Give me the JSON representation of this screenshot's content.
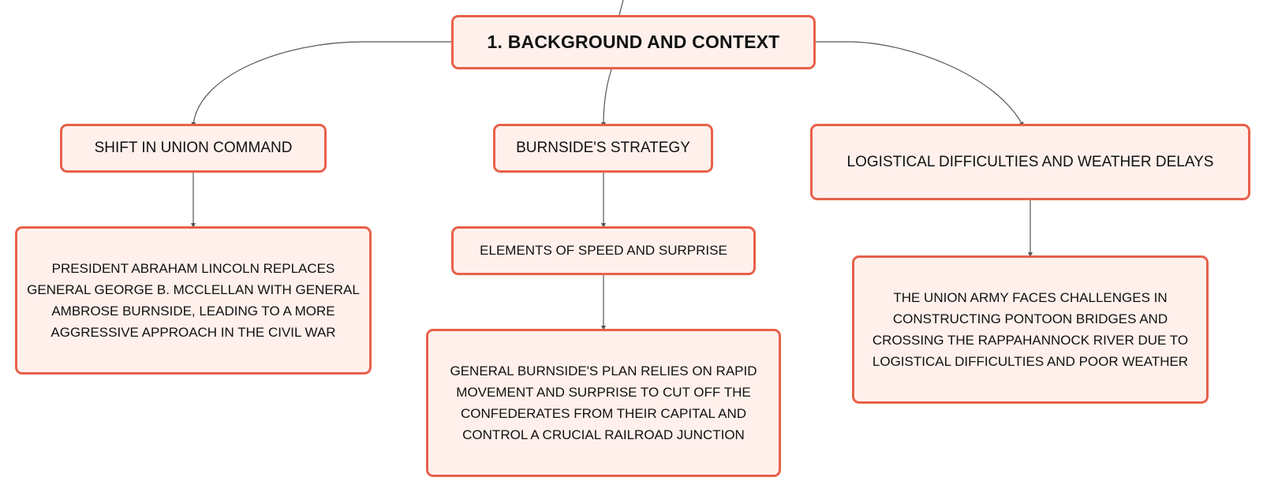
{
  "colors": {
    "node_fill": "#fff0ec",
    "node_border": "#e8604a",
    "connector": "#555555",
    "text": "#111111"
  },
  "root": {
    "label": "1. BACKGROUND AND CONTEXT"
  },
  "branches": [
    {
      "label": "SHIFT IN UNION COMMAND",
      "children": [
        {
          "label": "PRESIDENT ABRAHAM LINCOLN REPLACES GENERAL GEORGE B. MCCLELLAN WITH GENERAL AMBROSE BURNSIDE, LEADING TO A MORE AGGRESSIVE APPROACH IN THE CIVIL WAR"
        }
      ]
    },
    {
      "label": "BURNSIDE'S STRATEGY",
      "children": [
        {
          "label": "ELEMENTS OF SPEED AND SURPRISE",
          "children": [
            {
              "label": "GENERAL BURNSIDE'S PLAN RELIES ON RAPID MOVEMENT AND SURPRISE TO CUT OFF THE CONFEDERATES FROM THEIR CAPITAL AND CONTROL A CRUCIAL RAILROAD JUNCTION"
            }
          ]
        }
      ]
    },
    {
      "label": "LOGISTICAL DIFFICULTIES AND WEATHER DELAYS",
      "children": [
        {
          "label": "THE UNION ARMY FACES CHALLENGES IN CONSTRUCTING PONTOON BRIDGES AND CROSSING THE RAPPAHANNOCK RIVER DUE TO LOGISTICAL DIFFICULTIES AND POOR WEATHER"
        }
      ]
    }
  ]
}
